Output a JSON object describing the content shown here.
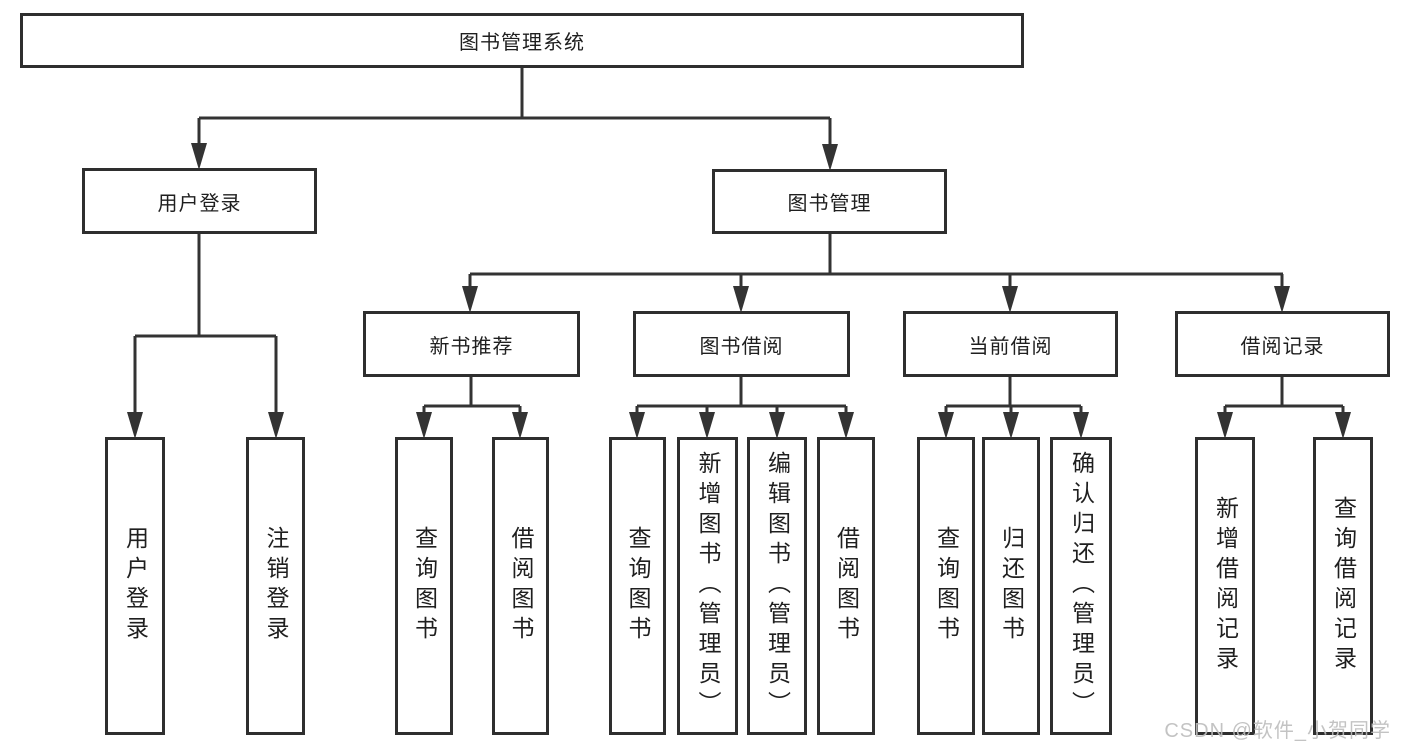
{
  "tree": {
    "root": "图书管理系统",
    "branches": [
      {
        "label": "用户登录",
        "leaves": [
          "用户登录",
          "注销登录"
        ]
      },
      {
        "label": "图书管理",
        "sections": [
          {
            "label": "新书推荐",
            "leaves": [
              "查询图书",
              "借阅图书"
            ]
          },
          {
            "label": "图书借阅",
            "leaves": [
              "查询图书",
              "新增图书（管理员）",
              "编辑图书（管理员）",
              "借阅图书"
            ]
          },
          {
            "label": "当前借阅",
            "leaves": [
              "查询图书",
              "归还图书",
              "确认归还（管理员）"
            ]
          },
          {
            "label": "借阅记录",
            "leaves": [
              "新增借阅记录",
              "查询借阅记录"
            ]
          }
        ]
      }
    ]
  },
  "watermark": {
    "text": "CSDN @软件_小贺同学"
  },
  "colors": {
    "background": "#ffffff",
    "line": "#333333",
    "box_border": "#2e2e2e",
    "text": "#1f1f1f",
    "watermark": "#bdbdbd"
  }
}
